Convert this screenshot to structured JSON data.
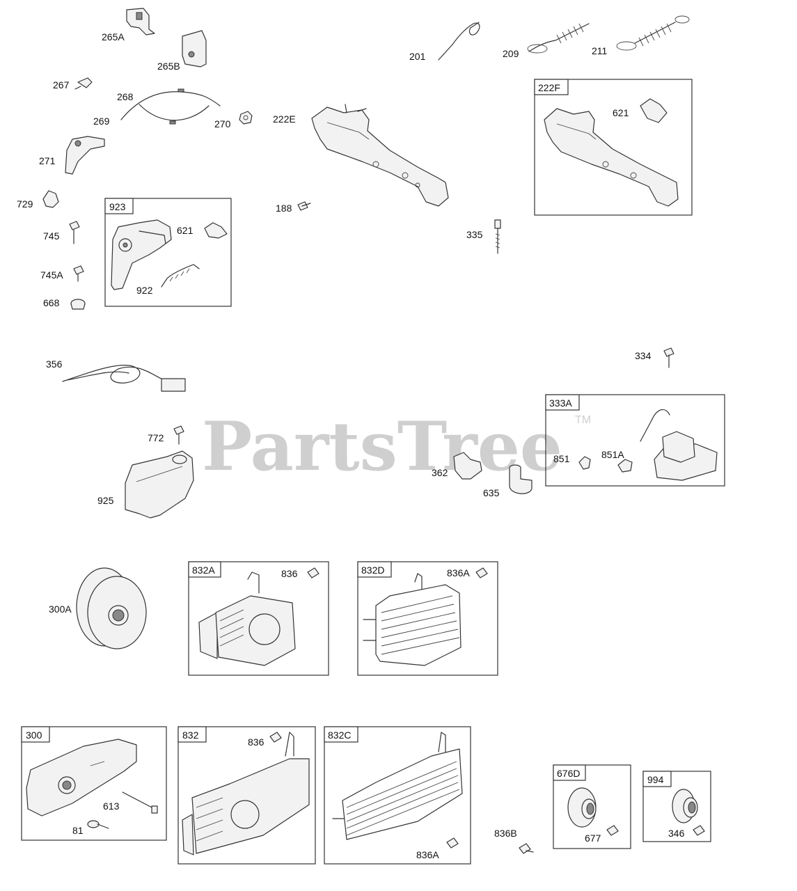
{
  "watermark": {
    "text": "PartsTree",
    "tm": "TM"
  },
  "labels": {
    "l265A": "265A",
    "l265B": "265B",
    "l267": "267",
    "l268": "268",
    "l269": "269",
    "l270": "270",
    "l271": "271",
    "l729": "729",
    "l745": "745",
    "l745A": "745A",
    "l668": "668",
    "l621a": "621",
    "l922": "922",
    "l188": "188",
    "l222E": "222E",
    "l201": "201",
    "l209": "209",
    "l211": "211",
    "l621b": "621",
    "l335": "335",
    "l334": "334",
    "l356": "356",
    "l772": "772",
    "l925": "925",
    "l362": "362",
    "l635": "635",
    "l851": "851",
    "l851A": "851A",
    "l300A": "300A",
    "l836a": "836",
    "l836A_top": "836A",
    "l81": "81",
    "l613": "613",
    "l836b": "836",
    "l836A_bot": "836A",
    "l836B": "836B",
    "l677": "677",
    "l346": "346"
  },
  "boxes": {
    "b923": "923",
    "b222F": "222F",
    "b333A": "333A",
    "b832A": "832A",
    "b832D": "832D",
    "b300": "300",
    "b832": "832",
    "b832C": "832C",
    "b676D": "676D",
    "b994": "994"
  }
}
